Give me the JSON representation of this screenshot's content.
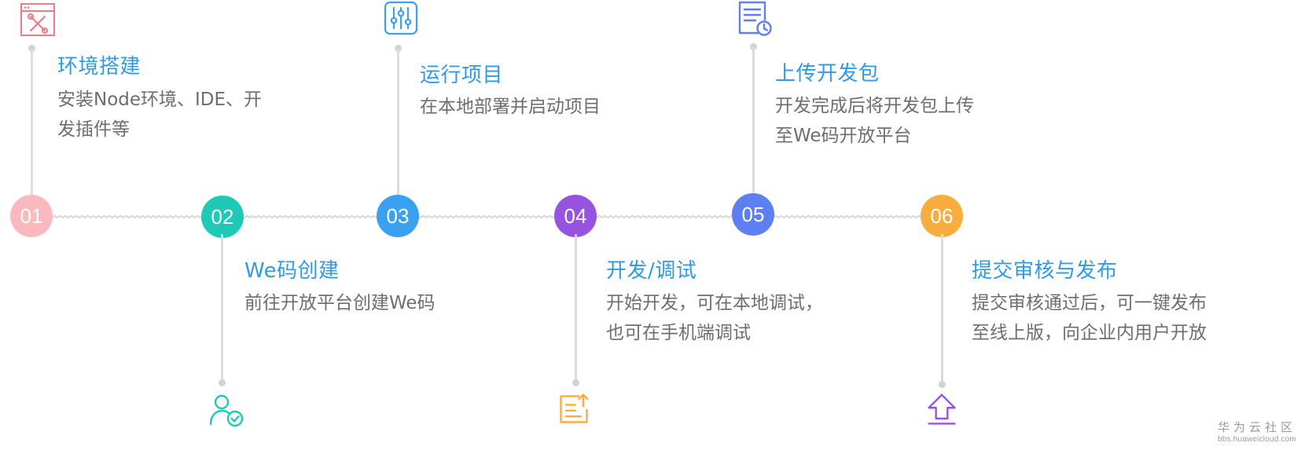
{
  "steps": [
    {
      "num": "01",
      "title": "环境搭建",
      "desc": [
        "安装Node环境、IDE、开",
        "发插件等"
      ],
      "color": "#f9b9bf",
      "icon": "window-tools-icon",
      "position": "top"
    },
    {
      "num": "02",
      "title": "We码创建",
      "desc": [
        "前往开放平台创建We码"
      ],
      "color": "#1ec9b7",
      "icon": "user-check-icon",
      "position": "bottom"
    },
    {
      "num": "03",
      "title": "运行项目",
      "desc": [
        "在本地部署并启动项目"
      ],
      "color": "#3aa1f2",
      "icon": "sliders-icon",
      "position": "top"
    },
    {
      "num": "04",
      "title": "开发/调试",
      "desc": [
        "开始开发，可在本地调试，",
        "也可在手机端调试"
      ],
      "color": "#9553e0",
      "icon": "list-upload-icon",
      "position": "bottom"
    },
    {
      "num": "05",
      "title": "上传开发包",
      "desc": [
        "开发完成后将开发包上传",
        "至We码开放平台"
      ],
      "color": "#5e7ff2",
      "icon": "document-clock-icon",
      "position": "top"
    },
    {
      "num": "06",
      "title": "提交审核与发布",
      "desc": [
        "提交审核通过后，可一键发布",
        "至线上版，向企业内用户开放"
      ],
      "color": "#f9ad3e",
      "icon": "upload-arrow-icon",
      "position": "bottom"
    }
  ],
  "watermark": {
    "main": "华为云社区",
    "sub": "bbs.huaweicloud.com"
  }
}
